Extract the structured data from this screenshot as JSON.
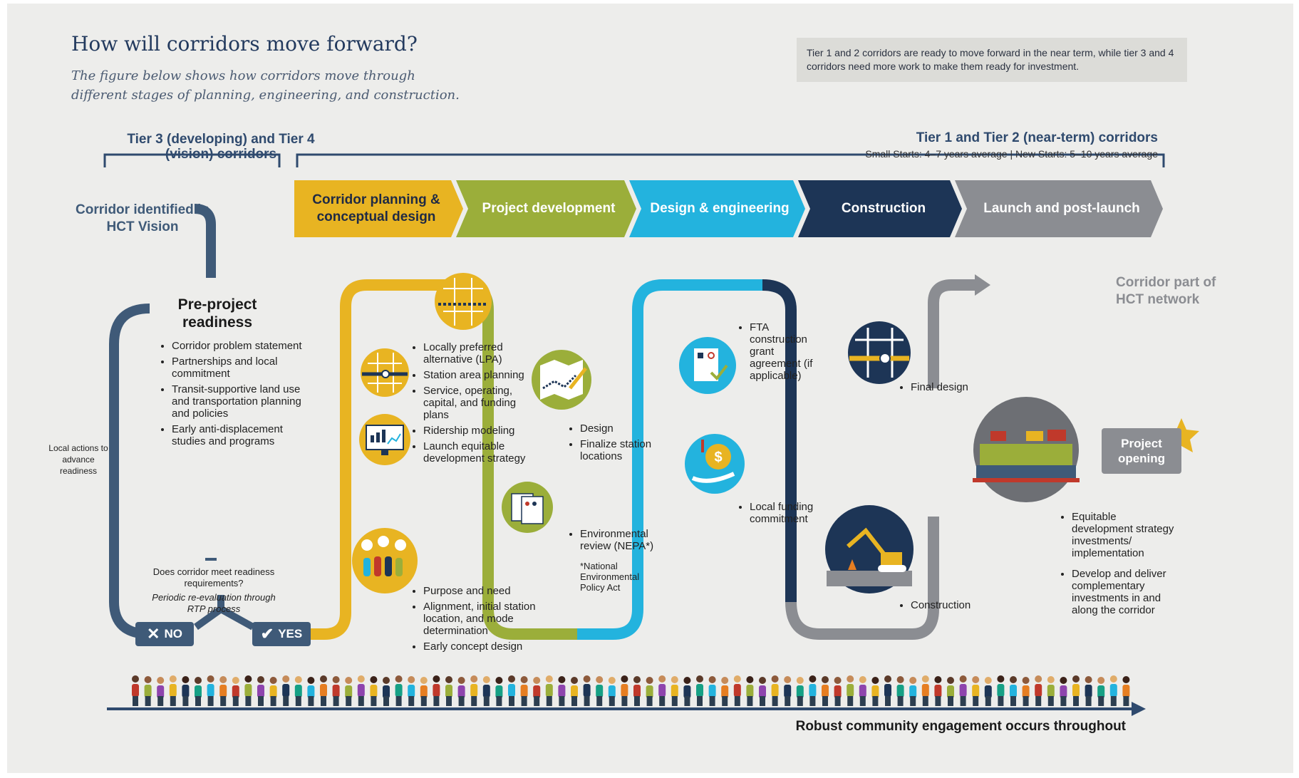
{
  "header": {
    "title": "How will corridors move forward?",
    "subtitle": "The figure below shows how corridors move through different stages of planning, engineering, and construction.",
    "note": "Tier 1 and 2 corridors are ready to move forward in the near term, while tier 3 and 4 corridors need more work to make them ready for investment."
  },
  "tiers": {
    "left_title": "Tier 3 (developing) and Tier 4 (vision) corridors",
    "right_title": "Tier 1 and Tier 2 (near-term) corridors",
    "right_subtitle": "Small Starts: 4–7 years average | New Starts: 5–10 years average"
  },
  "stages": [
    {
      "label": "Corridor planning & conceptual design",
      "color": "#e8b422",
      "text_color": "#1f2a44"
    },
    {
      "label": "Project development",
      "color": "#9bae3a",
      "text_color": "#ffffff"
    },
    {
      "label": "Design & engineering",
      "color": "#23b3de",
      "text_color": "#ffffff"
    },
    {
      "label": "Construction",
      "color": "#1d3556",
      "text_color": "#ffffff"
    },
    {
      "label": "Launch and post-launch",
      "color": "#8b8d92",
      "text_color": "#ffffff"
    }
  ],
  "readiness": {
    "start_label": "Corridor identified in HCT Vision",
    "title": "Pre-project readiness",
    "items": [
      "Corridor problem statement",
      "Partnerships and local commitment",
      "Transit-supportive land use and transportation planning and policies",
      "Early anti-displacement studies and programs"
    ],
    "question": "Does corridor meet readiness requirements?",
    "reevaluation": "Periodic re-evaluation through RTP process",
    "local_actions": "Local actions to advance readiness",
    "no_label": "NO",
    "yes_label": "YES"
  },
  "planning": {
    "items": [
      "Locally preferred alternative (LPA)",
      "Station area planning",
      "Service, operating, capital, and funding plans",
      "Ridership modeling",
      "Launch equitable development strategy",
      "Purpose and need",
      "Alignment, initial station location, and mode determination",
      "Early concept design"
    ]
  },
  "project_development": {
    "items": [
      "Design",
      "Finalize station locations",
      "Environmental review (NEPA*)"
    ],
    "footnote": "*National Environmental Policy Act"
  },
  "design_engineering": {
    "items": [
      "FTA construction grant agreement (if applicable)",
      "Local funding commitment"
    ]
  },
  "construction": {
    "items": [
      "Final design",
      "Construction"
    ]
  },
  "launch": {
    "end_label": "Corridor part of HCT network",
    "opening_label": "Project opening",
    "items": [
      "Equitable development strategy investments/ implementation",
      "Develop and deliver complementary investments in and along the corridor"
    ]
  },
  "footer": {
    "engagement": "Robust community engagement occurs throughout"
  },
  "colors": {
    "navy": "#1d3556",
    "slate": "#3f5a78",
    "yellow": "#e8b422",
    "green": "#9bae3a",
    "cyan": "#23b3de",
    "gray": "#8b8d92",
    "background": "#ededeb"
  }
}
